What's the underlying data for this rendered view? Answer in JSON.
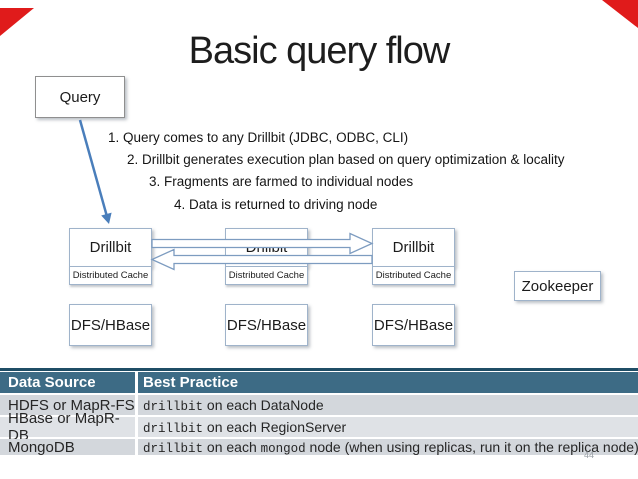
{
  "slide": {
    "title": "Basic query flow",
    "page_number": "44"
  },
  "colors": {
    "corner_accent_red": "#e01b1b",
    "query_arrow_blue": "#4a7ebb",
    "block_arrow_outline": "#7d9cc0",
    "box_border_blue_gray": "#9fb3ca",
    "table_header_bg": "#3d6b85",
    "table_top_border": "#1f4d66",
    "table_row_bg_a": "#d3d7dc",
    "table_row_bg_b": "#dfe2e6"
  },
  "steps": [
    "1. Query comes to any Drillbit (JDBC, ODBC, CLI)",
    "2. Drillbit generates execution plan based on query optimization & locality",
    "3. Fragments are farmed to individual nodes",
    "4. Data is returned to driving node"
  ],
  "diagram": {
    "query_label": "Query",
    "drillbit_label": "Drillbit",
    "cache_label": "Distributed Cache",
    "storage_label": "DFS/HBase",
    "zookeeper_label": "Zookeeper"
  },
  "table": {
    "headers": [
      "Data Source",
      "Best Practice"
    ],
    "rows": [
      {
        "source": "HDFS or MapR-FS",
        "segments": [
          {
            "text": "drillbit",
            "mono": true
          },
          {
            "text": " on each DataNode",
            "mono": false
          }
        ]
      },
      {
        "source": "HBase or MapR-DB",
        "segments": [
          {
            "text": "drillbit",
            "mono": true
          },
          {
            "text": " on each RegionServer",
            "mono": false
          }
        ]
      },
      {
        "source": "MongoDB",
        "segments": [
          {
            "text": "drillbit",
            "mono": true
          },
          {
            "text": " on each ",
            "mono": false
          },
          {
            "text": "mongod",
            "mono": true
          },
          {
            "text": " node (when using replicas, run it on the replica node)",
            "mono": false
          }
        ]
      }
    ]
  }
}
